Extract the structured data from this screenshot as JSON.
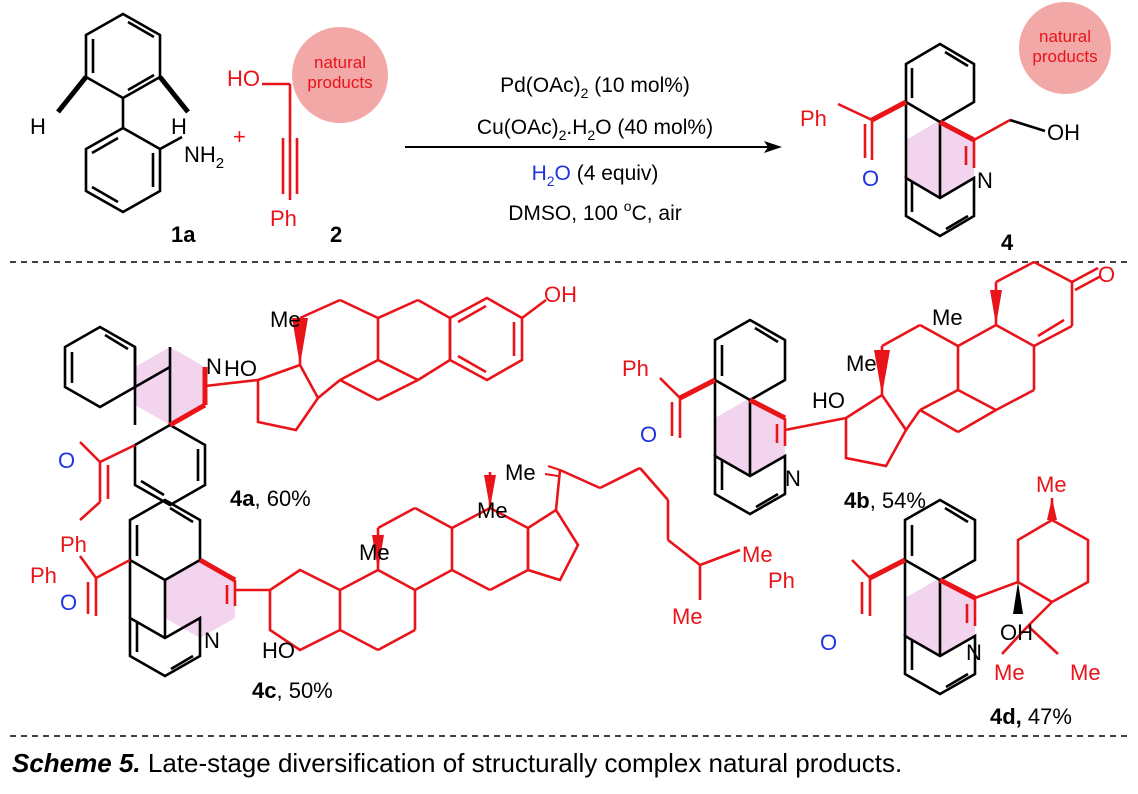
{
  "reaction": {
    "reactant1": {
      "label": "1a",
      "h_left": "H",
      "h_right": "H",
      "nh": "NH",
      "nh_sub": "2"
    },
    "reactant2": {
      "label": "2",
      "ho": "HO",
      "ph": "Ph",
      "np_line1": "natural",
      "np_line2": "products"
    },
    "plus": "+",
    "conditions": {
      "cat_base": "Pd(OAc)",
      "cat_sub": "2",
      "cat_amount": " (10 mol%)",
      "cu_base": "Cu(OAc)",
      "cu_sub": "2",
      "cu_rest1": ".H",
      "cu_sub2": "2",
      "cu_rest2": "O (40 mol%)",
      "water_h": "H",
      "water_sub": "2",
      "water_o": "O",
      "water_amount": " (4 equiv)",
      "solvent_pre": "DMSO, 100 ",
      "solvent_sup": "o",
      "solvent_post": "C, air"
    },
    "product": {
      "label": "4",
      "ph": "Ph",
      "o": "O",
      "n": "N",
      "oh": "OH",
      "np_line1": "natural",
      "np_line2": "products"
    }
  },
  "products": [
    {
      "id": "4a",
      "yield": ", 60%",
      "ho": "HO",
      "me": "Me",
      "oh": "OH",
      "n": "N",
      "o": "O",
      "ph": "Ph"
    },
    {
      "id": "4b",
      "yield": ", 54%",
      "ho": "HO",
      "me1": "Me",
      "me2": "Me",
      "o_ketone": "O",
      "n": "N",
      "o": "O",
      "ph": "Ph"
    },
    {
      "id": "4c",
      "yield": ", 50%",
      "ho": "HO",
      "me1": "Me",
      "me2": "Me",
      "me3": "Me",
      "me4": "Me",
      "me5": "Me",
      "n": "N",
      "o": "O",
      "ph": "Ph"
    },
    {
      "id": "4d,",
      "yield": " 47%",
      "oh": "OH",
      "me1": "Me",
      "me2": "Me",
      "me3": "Me",
      "n": "N",
      "o": "O",
      "ph": "Ph"
    }
  ],
  "caption": {
    "label": "Scheme 5.",
    "text": " Late-stage diversification of structurally complex natural products."
  },
  "colors": {
    "red": "#e8141a",
    "blue": "#1f33e0",
    "pink_fill": "#f3d4ef",
    "circle_fill": "#f3a8a8",
    "black": "#000000"
  }
}
